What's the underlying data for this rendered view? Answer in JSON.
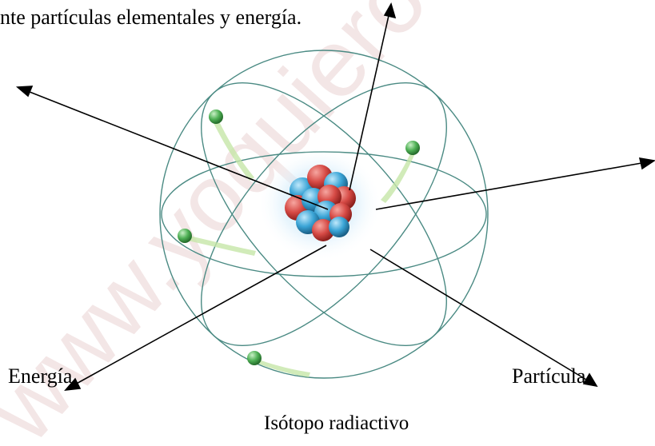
{
  "top_text": "nte partículas elementales y energía.",
  "labels": {
    "energy": "Energía",
    "particle": "Partícula"
  },
  "caption": "Isótopo radiactivo",
  "watermark_text": "www.yoquieroaprobar",
  "colors": {
    "orbit": "#4a8a83",
    "proton": "#d64a45",
    "neutron": "#3aa4d6",
    "electron": "#4fb055",
    "halo": "#9fd3f2",
    "arrow": "#000000",
    "watermark": "#f3e6e6"
  }
}
